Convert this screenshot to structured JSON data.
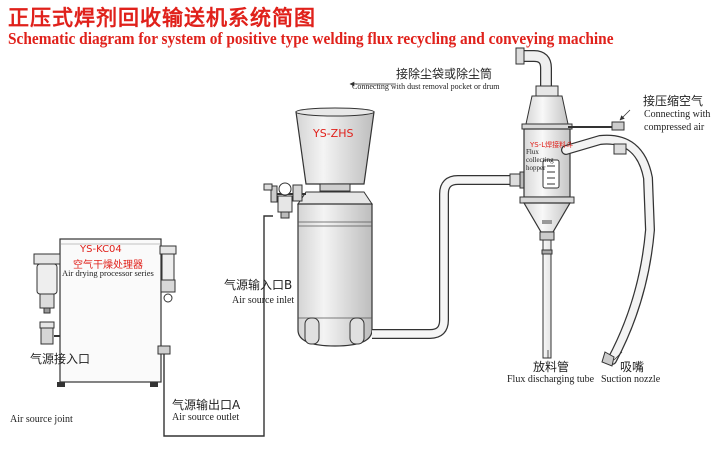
{
  "title": {
    "cn": "正压式焊剂回收输送机系统简图",
    "en": "Schematic diagram for system of positive type welding flux recycling and conveying machine"
  },
  "dryer": {
    "model": "YS-KC04",
    "name_cn": "空气干燥处理器",
    "name_en": "Air drying processor series"
  },
  "tank_label": "YS-ZHS",
  "hopper": {
    "label_cn": "YS-L焊接料斗",
    "label_en": "Flux collecting hopper"
  },
  "labels": {
    "air_source_joint_cn": "气源接入口",
    "air_source_joint_en": "Air source joint",
    "air_outlet_cn": "气源输出口A",
    "air_outlet_en": "Air source outlet",
    "air_inlet_cn": "气源输入口B",
    "air_inlet_en": "Air source inlet",
    "dust_cn": "接除尘袋或除尘筒",
    "dust_en": "Connecting with dust removal pocket or drum",
    "compressed_cn": "接压缩空气",
    "compressed_en_1": "Connecting with",
    "compressed_en_2": "compressed air",
    "discharge_cn": "放料管",
    "discharge_en": "Flux discharging tube",
    "suction_cn": "吸嘴",
    "suction_en": "Suction nozzle"
  },
  "colors": {
    "title": "#e0211b",
    "line": "#333333"
  }
}
